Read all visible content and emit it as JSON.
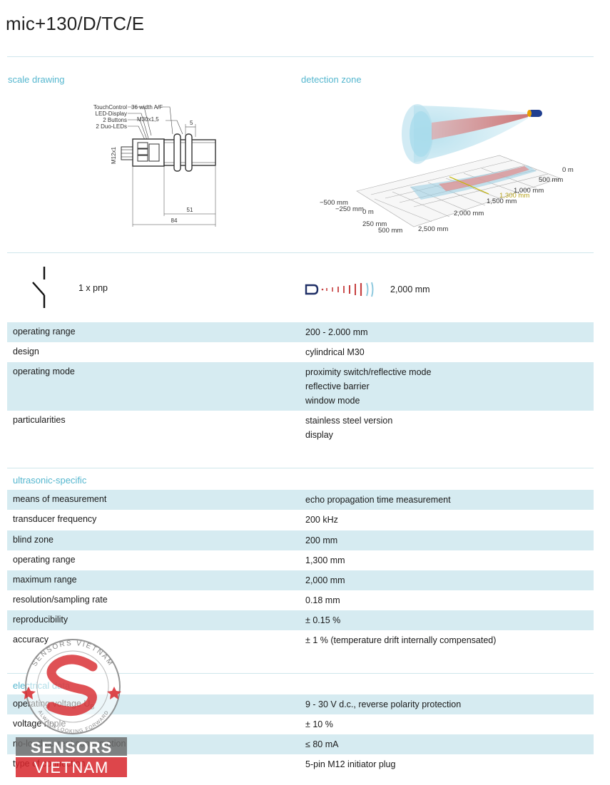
{
  "title": "mic+130/D/TC/E",
  "sections": {
    "scale_drawing": "scale drawing",
    "detection_zone": "detection zone",
    "ultrasonic": "ultrasonic-specific",
    "electrical": "electrical data"
  },
  "drawing_labels": {
    "touchcontrol": "TouchControl",
    "led_display": "LED-Display",
    "buttons": "2 Buttons",
    "duo_leds": "2 Duo-LEDs",
    "width_af": "36 width A/F",
    "thread": "M30x1,5",
    "five": "5",
    "m12": "M12x1",
    "fifty_one": "51",
    "eighty_four": "84"
  },
  "zone_labels": {
    "m500": "−500 mm",
    "m250": "−250 mm",
    "zero_left": "0 m",
    "p250": "250 mm",
    "p500_left": "500 mm",
    "zero_right": "0 m",
    "p500_right": "500 mm",
    "p1000": "1,000 mm",
    "p1300": "1,300 mm",
    "p1500": "1,500 mm",
    "p2000": "2,000 mm",
    "p2500": "2,500 mm"
  },
  "output": {
    "label": "1 x pnp"
  },
  "range_icon": {
    "label": "2,000 mm"
  },
  "general_rows": [
    {
      "key": "operating range",
      "values": [
        "200 - 2.000 mm"
      ]
    },
    {
      "key": "design",
      "values": [
        "cylindrical M30"
      ]
    },
    {
      "key": "operating mode",
      "values": [
        "proximity switch/reflective mode",
        "reflective barrier",
        "window mode"
      ]
    },
    {
      "key": "particularities",
      "values": [
        "stainless steel version",
        "display"
      ]
    }
  ],
  "ultrasonic_rows": [
    {
      "key": "means of measurement",
      "value": "echo propagation time measurement"
    },
    {
      "key": "transducer frequency",
      "value": "200 kHz"
    },
    {
      "key": "blind zone",
      "value": "200 mm"
    },
    {
      "key": "operating range",
      "value": "1,300 mm"
    },
    {
      "key": "maximum range",
      "value": "2,000 mm"
    },
    {
      "key": "resolution/sampling rate",
      "value": "0.18 mm"
    },
    {
      "key": "reproducibility",
      "value": "± 0.15 %"
    },
    {
      "key": "accuracy",
      "value": "± 1 % (temperature drift internally compensated)"
    }
  ],
  "electrical_rows": [
    {
      "key": "operating voltage U",
      "key_sub": "B",
      "value": "9 - 30 V d.c., reverse polarity protection"
    },
    {
      "key": "voltage ripple",
      "value": "± 10 %"
    },
    {
      "key": "no-load current consumption",
      "value": "≤ 80 mA"
    },
    {
      "key": "type of connection",
      "value": "5-pin M12 initiator plug"
    }
  ],
  "watermark": {
    "ring_text": "SENSORS VIETNAM",
    "ring_sub": "ALWAYS LOOKING FORWARD",
    "line1": "SENSORS",
    "line2": "VIETNAM"
  },
  "colors": {
    "accent": "#56b7cf",
    "row_band": "#d6ebf1",
    "divider": "#cfe6ec",
    "watermark_red": "#d7262b",
    "watermark_gray": "#6d6d6d"
  }
}
